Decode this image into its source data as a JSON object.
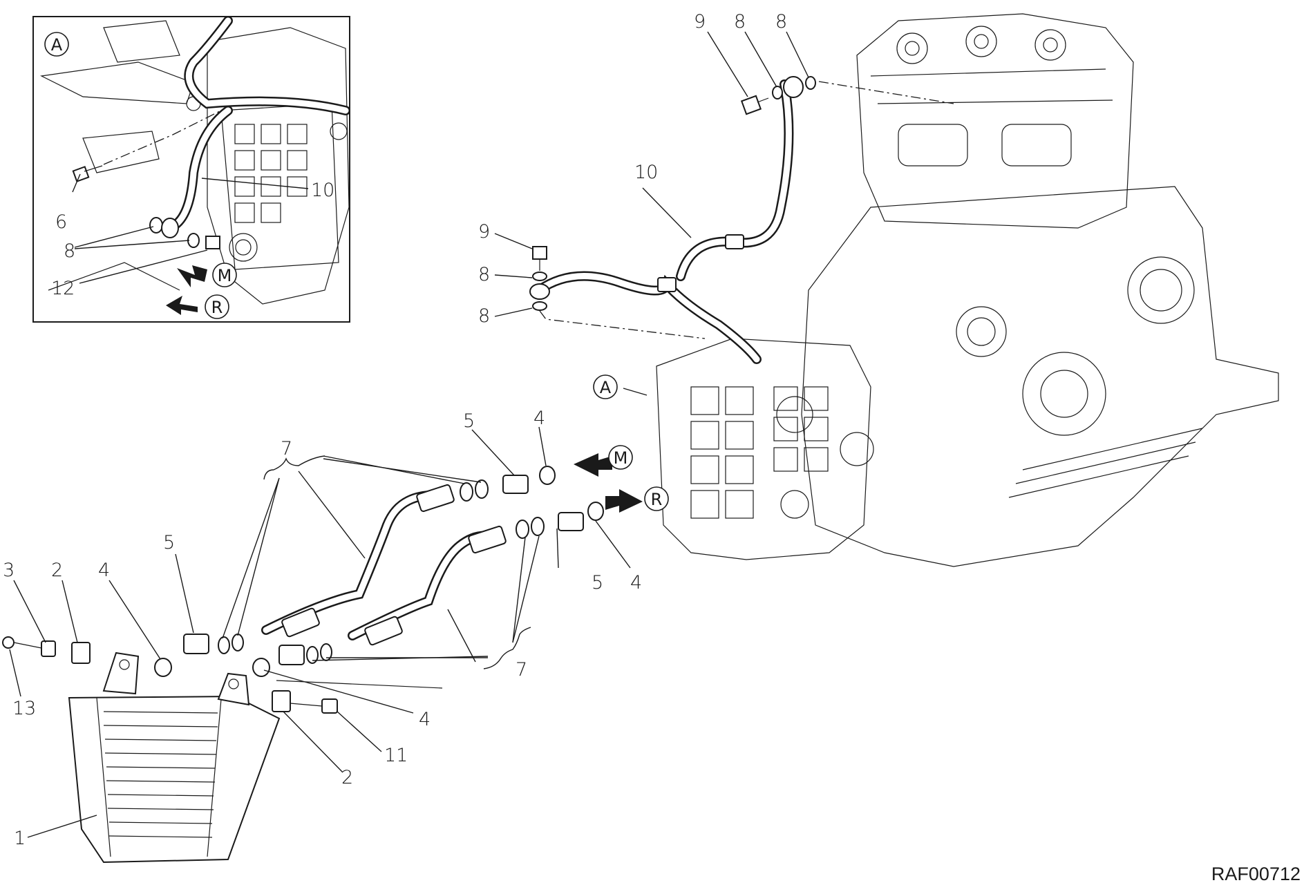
{
  "reference_code": "RAF00712",
  "inset_label": "A",
  "detail_label": "A",
  "flow_labels": {
    "delivery": "M",
    "return": "R"
  },
  "callouts": {
    "c1": "1",
    "c2a": "2",
    "c2b": "2",
    "c3": "3",
    "c4a": "4",
    "c4b": "4",
    "c4c": "4",
    "c4d": "4",
    "c5a": "5",
    "c5b": "5",
    "c5c": "5",
    "c6": "6",
    "c7a": "7",
    "c7b": "7",
    "c8a": "8",
    "c8b": "8",
    "c8c": "8",
    "c8d": "8",
    "c8e": "8",
    "c9a": "9",
    "c9b": "9",
    "c10a": "10",
    "c10b": "10",
    "c11": "11",
    "c12": "12",
    "c13": "13"
  },
  "icons": [
    "oil-cooler",
    "banjo-bolt",
    "sealing-washer",
    "oil-hose",
    "union-fitting",
    "engine-crankcase",
    "flow-arrow"
  ]
}
